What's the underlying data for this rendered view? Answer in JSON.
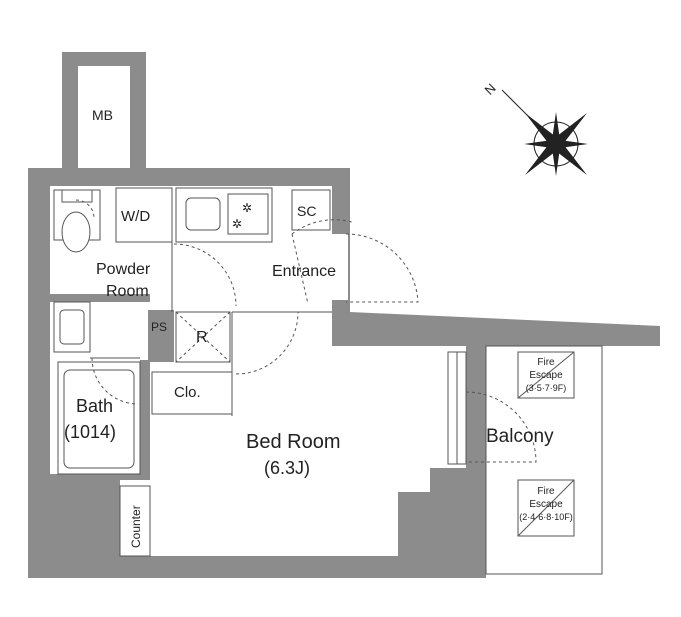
{
  "rooms": {
    "mb": "MB",
    "wd": "W/D",
    "sc": "SC",
    "entrance": "Entrance",
    "powder_room_line1": "Powder",
    "powder_room_line2": "Room",
    "ps": "PS",
    "refrigerator": "R",
    "closet": "Clo.",
    "bath_line1": "Bath",
    "bath_line2": "(1014)",
    "bed_room_line1": "Bed Room",
    "bed_room_line2": "(6.3J)",
    "balcony": "Balcony",
    "counter": "Counter"
  },
  "fire_escapes": [
    {
      "line1": "Fire",
      "line2": "Escape",
      "line3": "(3·5·7·9F)"
    },
    {
      "line1": "Fire",
      "line2": "Escape",
      "line3": "(2·4·6·8·10F)"
    }
  ],
  "compass": {
    "north": "N",
    "color": "#222222"
  },
  "colors": {
    "wall": "#8c8c8c",
    "line": "#555555"
  }
}
